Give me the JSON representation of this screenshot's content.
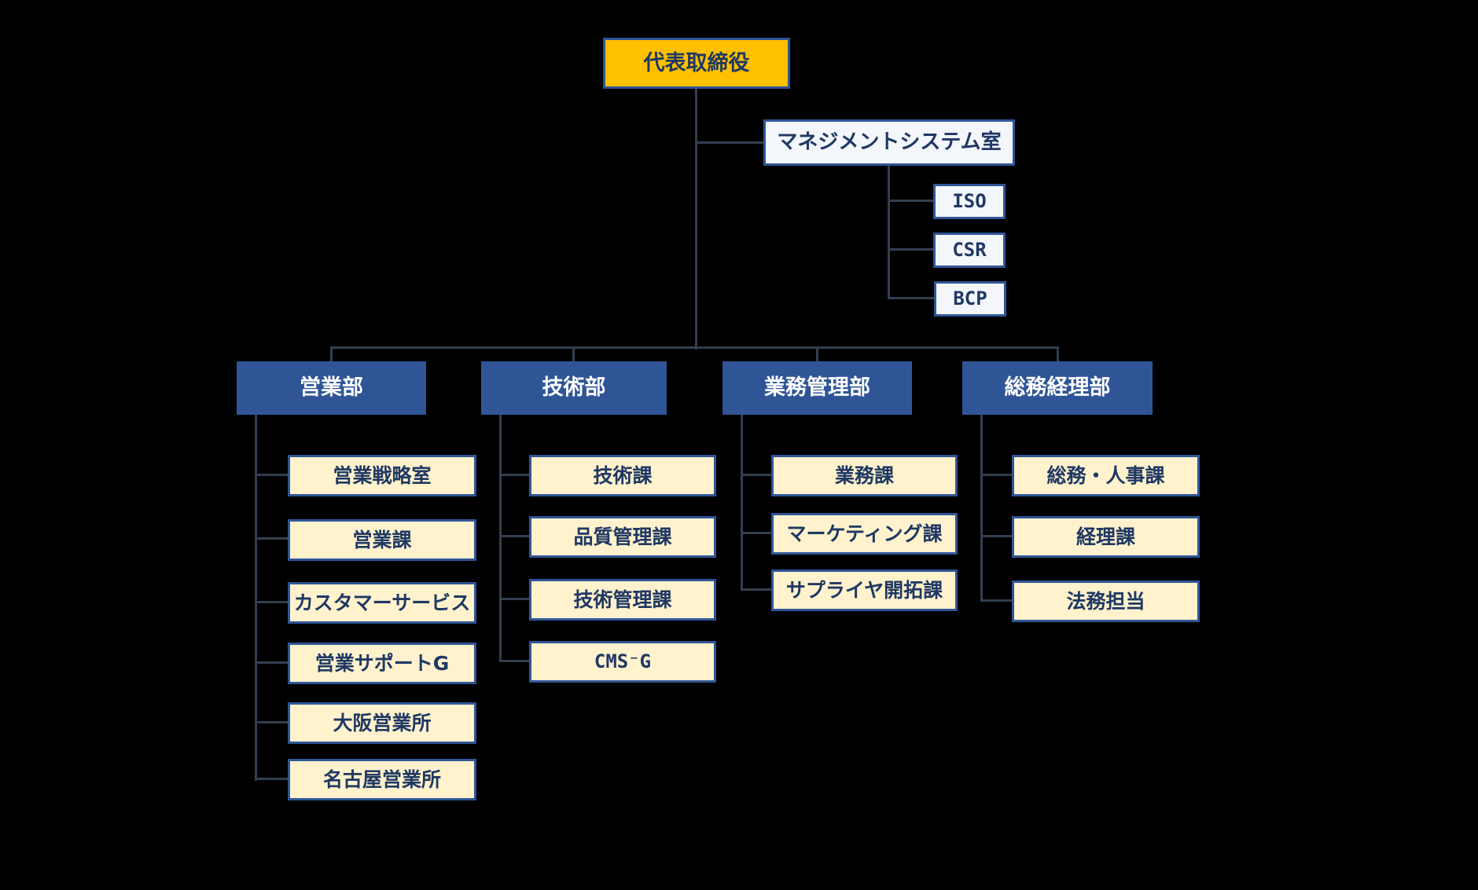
{
  "colors": {
    "background": "#000000",
    "accent": "#FFC000",
    "deptblue": "#2F5597",
    "border": "#2F5597",
    "cream": "#FFF2CC",
    "panel": "#F3F6FA",
    "navy": "#1F3864",
    "line": "#333F50"
  },
  "chart": {
    "type": "org-chart",
    "root": {
      "label": "代表取締役"
    },
    "staff": {
      "label": "マネジメントシステム室",
      "children": [
        "ISO",
        "CSR",
        "BCP"
      ]
    },
    "departments": [
      {
        "label": "営業部",
        "children": [
          "営業戦略室",
          "営業課",
          "カスタマーサービス",
          "営業サポートG",
          "大阪営業所",
          "名古屋営業所"
        ]
      },
      {
        "label": "技術部",
        "children": [
          "技術課",
          "品質管理課",
          "技術管理課",
          "CMS⁻G"
        ]
      },
      {
        "label": "業務管理部",
        "children": [
          "業務課",
          "マーケティング課",
          "サプライヤ開拓課"
        ]
      },
      {
        "label": "総務経理部",
        "children": [
          "総務・人事課",
          "経理課",
          "法務担当"
        ]
      }
    ]
  }
}
